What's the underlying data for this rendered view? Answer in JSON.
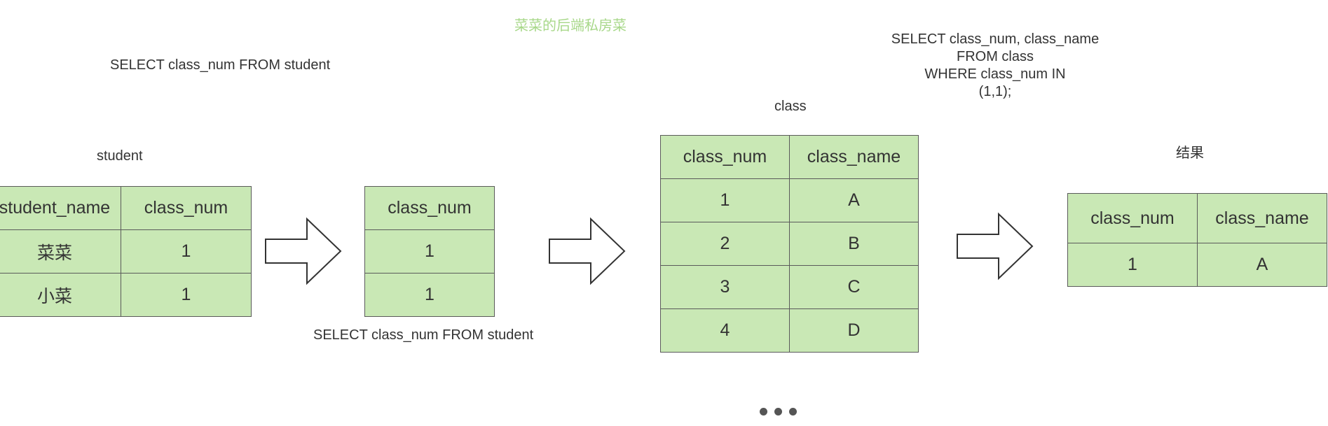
{
  "watermark": "菜菜的后端私房菜",
  "sql_top_left": "SELECT class_num FROM student",
  "sql_middle": "SELECT class_num FROM student",
  "sql_right": [
    "SELECT class_num, class_name",
    "FROM class",
    "WHERE class_num IN",
    "(1,1);"
  ],
  "student_table": {
    "title": "student",
    "headers": [
      "student_name",
      "class_num"
    ],
    "rows": [
      [
        "菜菜",
        "1"
      ],
      [
        "小菜",
        "1"
      ]
    ]
  },
  "subquery_table": {
    "headers": [
      "class_num"
    ],
    "rows": [
      [
        "1"
      ],
      [
        "1"
      ]
    ]
  },
  "class_table": {
    "title": "class",
    "headers": [
      "class_num",
      "class_name"
    ],
    "rows": [
      [
        "1",
        "A"
      ],
      [
        "2",
        "B"
      ],
      [
        "3",
        "C"
      ],
      [
        "4",
        "D"
      ]
    ]
  },
  "result_table": {
    "title": "结果",
    "headers": [
      "class_num",
      "class_name"
    ],
    "rows": [
      [
        "1",
        "A"
      ]
    ]
  }
}
